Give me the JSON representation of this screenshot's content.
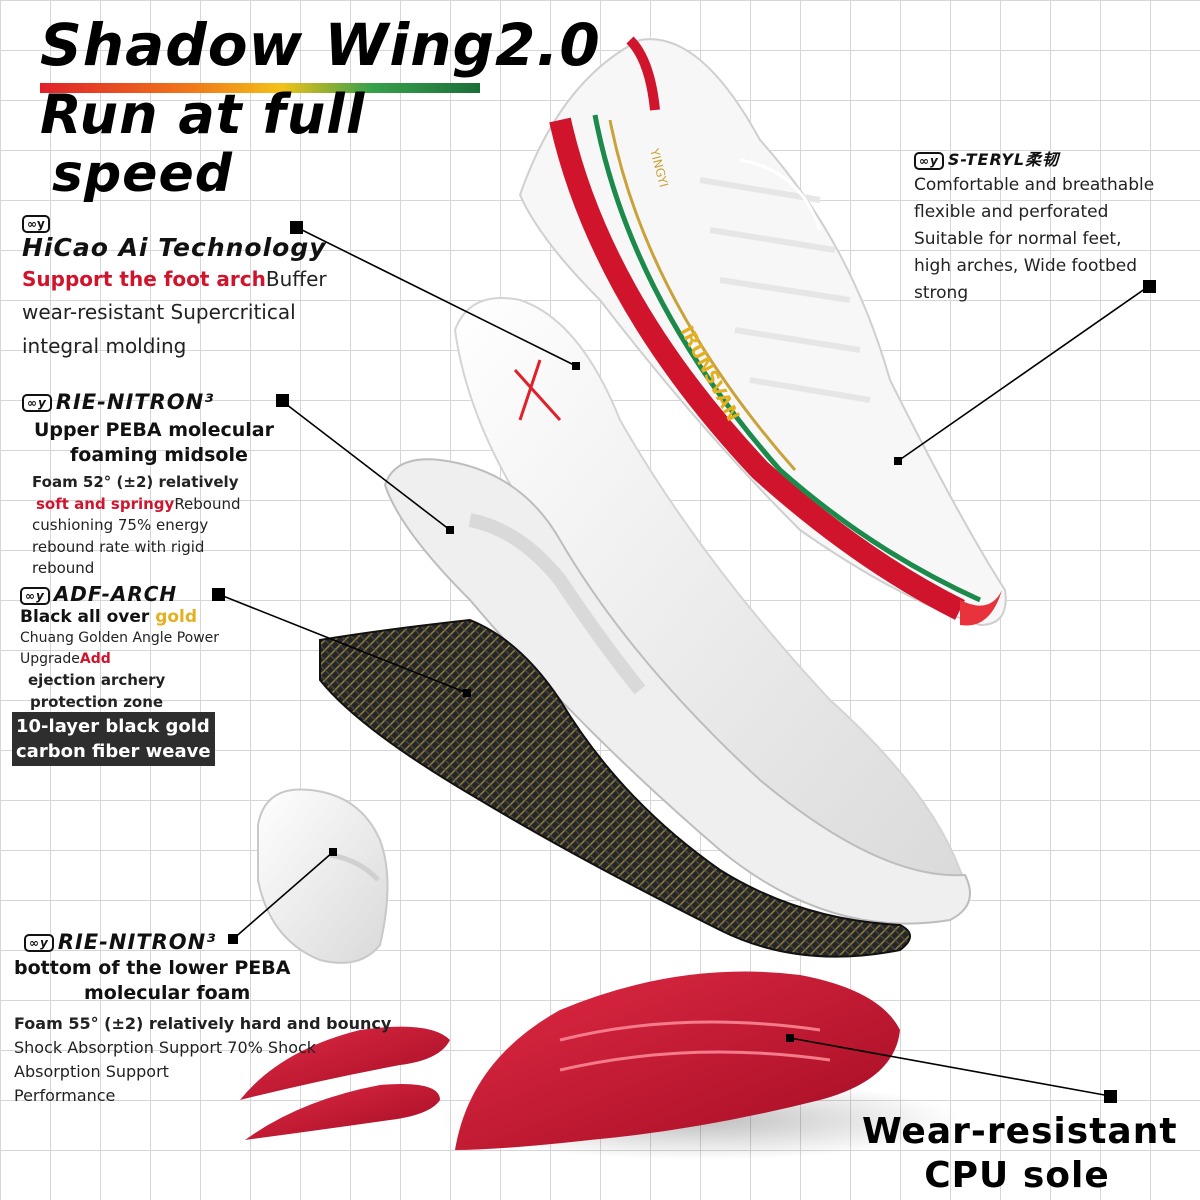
{
  "headline": {
    "line1": "Shadow Wing2.0",
    "line2": "Run at full",
    "line3": "speed"
  },
  "colors": {
    "accent_red": "#d0142c",
    "accent_gold": "#e4b020",
    "sole_red": "#c8102e",
    "carbon_dark": "#2a2a2a",
    "grid_line": "#d6d6d6"
  },
  "logo": {
    "badge_text": "∞y",
    "icon": "infinity-logo-icon"
  },
  "upper": {
    "tech_name": "S-TERYL柔韧",
    "lines": [
      "Comfortable and breathable",
      " flexible and perforated",
      " Suitable for normal feet,",
      "high arches, Wide footbed",
      " strong"
    ]
  },
  "insole": {
    "tech_name": "HiCao Ai Technology",
    "highlight": "Support the foot arch",
    "after_highlight": "Buffer",
    "lines": [
      " wear-resistant Supercritical",
      "integral molding"
    ]
  },
  "upper_midsole": {
    "tech_name": "RIE-NITRON³",
    "heading_lines": [
      "Upper PEBA molecular",
      "foaming midsole"
    ],
    "highlight_1": "Foam 52° (±2) relatively",
    "highlight_2": "soft and springy",
    "after_highlight": "Rebound",
    "lines": [
      "cushioning 75% energy",
      "rebound rate with rigid",
      " rebound"
    ]
  },
  "carbon_plate": {
    "tech_name": "ADF-ARCH",
    "heading_prefix": "Black all over ",
    "heading_gold": "gold",
    "line1": "Chuang Golden Angle Power",
    "line2_prefix": " Upgrade",
    "line2_red": "Add",
    "red_lines": [
      "ejection archery",
      "protection zone"
    ],
    "box_lines": [
      "10-layer black gold",
      "carbon fiber weave"
    ]
  },
  "lower_midsole": {
    "tech_name": "RIE-NITRON³",
    "heading_lines": [
      "bottom of the lower PEBA",
      "molecular foam"
    ],
    "highlight": "Foam 55° (±2) relatively hard and bouncy",
    "lines": [
      "Shock Absorption Support 70% Shock",
      " Absorption Support",
      " Performance"
    ]
  },
  "outsole": {
    "label_lines": [
      "Wear-resistant",
      "CPU sole"
    ]
  },
  "product_text": {
    "brand_side": "IRUNSVAN",
    "heel_text": "YINGYI"
  }
}
